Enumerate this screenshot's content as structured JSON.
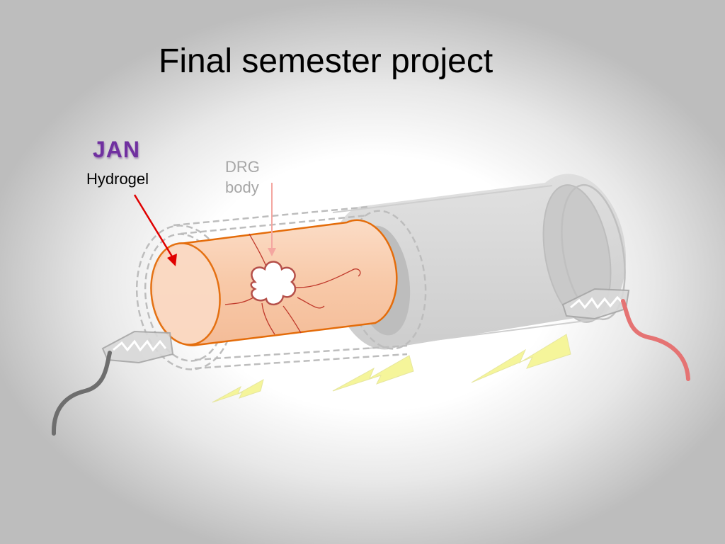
{
  "slide": {
    "title": "Final semester project"
  },
  "labels": {
    "jan": "JAN",
    "hydrogel": "Hydrogel",
    "drg_line1": "DRG",
    "drg_line2": "body"
  },
  "colors": {
    "jan_purple": "#7030a0",
    "hydrogel_fill": "#f8cbad",
    "hydrogel_stroke": "#e46c0a",
    "arrow_red": "#e00000",
    "drg_arrow": "#f4a6a0",
    "tube_gray": "#c8c8c8",
    "lightning_yellow": "#f5f59a",
    "wire_gray": "#6e6e6e",
    "wire_red": "#e57373"
  },
  "icons": {
    "lightning": "lightning-bolt-icon",
    "electrode": "electrode-clip-icon",
    "drg": "drg-body-icon"
  }
}
